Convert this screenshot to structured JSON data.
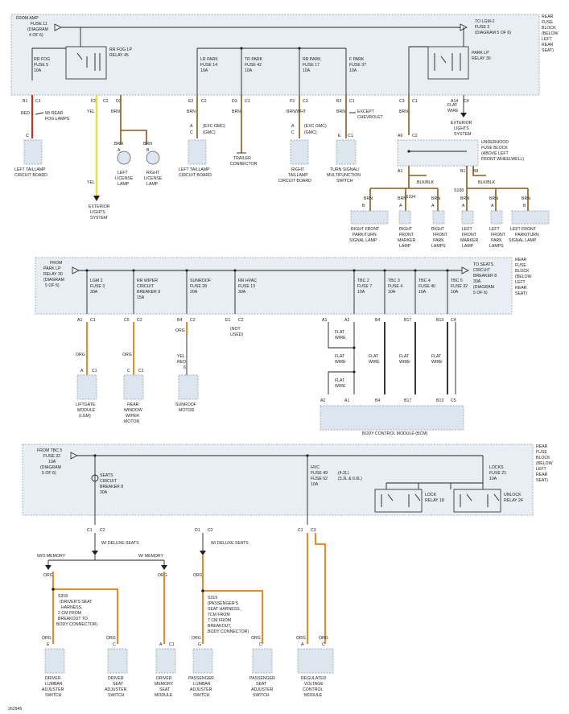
{
  "diagram_id": "262945",
  "colors": {
    "brown": "#8b5a1b",
    "orange": "#f08a22",
    "yellow": "#e8e238",
    "red": "#e0201a",
    "black": "#222222",
    "block_fill": "#e8eef3"
  },
  "top": {
    "from_amp": [
      "FROM AMP",
      "FUSE 11",
      "(DIAGRAM",
      "4 OF 6)"
    ],
    "to_lgm2": [
      "TO LGM-2",
      "FUSE 3",
      "(DIAGRAM 5 OF 6)"
    ],
    "block_label": [
      "REAR",
      "FUSE",
      "BLOCK",
      "(BELOW",
      "LEFT",
      "REAR",
      "SEAT)"
    ],
    "rr_fog_fuse": [
      "RR FOG",
      "FUSE 5",
      "10A"
    ],
    "fog_relay": [
      "RR FOG LP",
      "RELAY 45"
    ],
    "lr_park": [
      "LR PARK",
      "FUSE 14",
      "10A"
    ],
    "tr_park": [
      "TR PARK",
      "FUSE 42",
      "10A"
    ],
    "rr_park": [
      "RR PARK",
      "FUSE 17",
      "10A"
    ],
    "f_park": [
      "F PARK",
      "FUSE 37",
      "10A"
    ],
    "park_relay": [
      "PARK LP",
      "RELAY 30"
    ],
    "pins": [
      "B1",
      "C1",
      "F2",
      "C2",
      "D2",
      "E2",
      "C2",
      "D3",
      "C1",
      "F3",
      "C3",
      "B3",
      "C1",
      "C3",
      "C1",
      "A14",
      "C4"
    ],
    "wire_red": "RED",
    "wire_yel": "YEL",
    "wire_brn": "BRN",
    "wire_wht": "BRN/WHT",
    "w_rear_fog": [
      "W/ REAR",
      "FOG LAMPS"
    ],
    "except_chev": [
      "EXCEPT",
      "CHEVROLET"
    ],
    "exc_gmc": "(EXC GMC)",
    "gmc": "(GMC)",
    "flat_wire": [
      "FLAT",
      "WIRE"
    ],
    "ext_lights_top": [
      "EXTERIOR",
      "LIGHTS",
      "SYSTEM"
    ],
    "underhood": [
      "UNDERHOOD",
      "FUSE BLOCK",
      "(ABOVE LEFT",
      "FRONT WHEELWELL)"
    ],
    "pin_a6": "A6",
    "pin_c2": "C2",
    "pin_a1": "A1",
    "pin_b1": "B1",
    "pin_b8": "B8",
    "pin_c": "C",
    "pin_a": "A",
    "pin_b": "B",
    "pin_e": "E",
    "s104": "S104",
    "s108": "S108",
    "wire_blk": "BLK/BLK",
    "comps": {
      "left_taillamp1": [
        "LEFT TAILLAMP",
        "CIRCUIT BOARD"
      ],
      "left_license": [
        "LEFT",
        "LICENSE",
        "LAMP"
      ],
      "right_license": [
        "RIGHT",
        "LICENSE",
        "LAMP"
      ],
      "left_taillamp2": [
        "LEFT TAILLAMP",
        "CIRCUIT BOARD"
      ],
      "trailer": [
        "TRAILER",
        "CONNECTOR"
      ],
      "right_taillamp": [
        "RIGHT",
        "TAILLAMP",
        "CIRCUIT BOARD"
      ],
      "turn_switch": [
        "TURN SIGNAL/",
        "MULTIFUNCTION",
        "SWITCH"
      ],
      "ext_lights_mid": [
        "EXTERIOR",
        "LIGHTS",
        "SYSTEM"
      ],
      "bcm_label": "BODY CONTROL MODULE (BCM)",
      "right_front_turn": [
        "RIGHT FRONT",
        "PARK/TURN",
        "SIGNAL LAMP"
      ],
      "right_front_marker": [
        "RIGHT",
        "FRONT",
        "MARKER",
        "LAMP"
      ],
      "right_front_park": [
        "RIGHT",
        "FRONT",
        "PARK",
        "LAMPS"
      ],
      "left_front_marker": [
        "LEFT",
        "FRONT",
        "MARKER",
        "LAMP"
      ],
      "left_front_park": [
        "LEFT",
        "FRONT",
        "PARK",
        "LAMPS"
      ],
      "left_front_turn": [
        "LEFT FRONT",
        "PARK/TURN",
        "SIGNAL LAMP"
      ]
    }
  },
  "middle": {
    "from_park": [
      "FROM",
      "PARK LP",
      "RELAY 30",
      "(DIAGRAM",
      "5 OF 6)"
    ],
    "to_seats": [
      "TO SEATS",
      "CIRCUIT",
      "BREAKER 8",
      "30A",
      "(DIAGRAM",
      "5 OF 6)"
    ],
    "block_label": [
      "REAR",
      "FUSE",
      "BLOCK",
      "(BELOW",
      "LEFT",
      "REAR",
      "SEAT)"
    ],
    "fuses": [
      [
        "LGM 2",
        "FUSE 3",
        "30A"
      ],
      [
        "RR WIPER",
        "CIRCUIT",
        "BREAKER 9",
        "15A"
      ],
      [
        "SUNROOF",
        "FUSE 28",
        "20A"
      ],
      [
        "RR HVAC",
        "FUSE 13",
        "30A"
      ],
      [
        "TBC 2",
        "FUSE 7",
        "10A"
      ],
      [
        "TBC 3",
        "FUSE 4",
        "10A"
      ],
      [
        "TBC 4",
        "FUSE 40",
        "10A"
      ],
      [
        "TBC 5",
        "FUSE 32",
        "10A"
      ]
    ],
    "pins_top": [
      "A1",
      "C1",
      "C5",
      "C2",
      "B4",
      "C2",
      "E1",
      "C2",
      "A1",
      "A2",
      "B4",
      "B17",
      "B13",
      "C4"
    ],
    "not_used": [
      "(NOT",
      "USED)"
    ],
    "wire_org": "ORG",
    "wire_yel_red": [
      "YEL",
      "RED",
      "6"
    ],
    "flat_wire": [
      "FLAT",
      "WIRE"
    ],
    "pins_bottom": [
      "A2",
      "A1",
      "B4",
      "B17",
      "B13",
      "C5"
    ],
    "pin_a": "A",
    "pin_c": "C",
    "pin_c1": "C1",
    "comps": {
      "liftgate": [
        "LIFTGATE",
        "MODULE",
        "(LGM)"
      ],
      "wiper": [
        "REAR",
        "WINDOW",
        "WIPER",
        "MOTOR"
      ],
      "sunroof": [
        "SUNROOF",
        "MOTOR"
      ],
      "bcm": "BODY CONTROL MODULE (BCM)"
    }
  },
  "bottom": {
    "from_tbc5": [
      "FROM TBC 5",
      "FUSE 32",
      "10A",
      "(DIAGRAM",
      "5 OF 6)"
    ],
    "block_label": [
      "REAR",
      "FUSE",
      "BLOCK",
      "(BELOW",
      "LEFT",
      "REAR",
      "SEAT)"
    ],
    "seats_cb": [
      "SEATS",
      "CIRCUIT",
      "BREAKER 8",
      "30A"
    ],
    "hvc": [
      "HVC",
      "FUSE 49",
      "FUSE 62",
      "10A"
    ],
    "engines": [
      "(4.2L)",
      "(5.3L & 6.0L)"
    ],
    "locks": [
      "LOCKS",
      "FUSE 21",
      "10A"
    ],
    "lock_relay": [
      "LOCK",
      "RELAY 18"
    ],
    "unlock_relay": [
      "UNLOCK",
      "RELAY 24"
    ],
    "pins": [
      "C1",
      "C2",
      "D1",
      "C2",
      "C1",
      "C3"
    ],
    "w_deluxe_seats": "W/ DELUXE SEATS",
    "wo_memory": "W/O MEMORY",
    "w_memory": "W/ MEMORY",
    "wire_org": "ORG",
    "s318": [
      "S318",
      "(DRIVER'S SEAT",
      "HARNESS,",
      "2 CM FROM",
      "BREAKOUT TO",
      "BODY CONNECTOR)"
    ],
    "s319": [
      "S319",
      "(PASSENGER'S",
      "SEAT HARNESS,",
      "7CM FROM",
      "7 CM FROM",
      "BREAKOUT,",
      "BODY CONNECTOR)"
    ],
    "pin_a": "A",
    "pin_c": "C",
    "pin_e": "E",
    "pin_g": "G",
    "pin_c1": "C1",
    "comps": {
      "drv_lumbar": [
        "DRIVER",
        "LUMBAR",
        "ADJUSTER",
        "SWITCH"
      ],
      "drv_seat": [
        "DRIVER",
        "SEAT",
        "ADJUSTER",
        "SWITCH"
      ],
      "drv_memory": [
        "DRIVER",
        "MEMORY",
        "SEAT",
        "MODULE"
      ],
      "pass_lumbar": [
        "PASSENGER",
        "LUMBAR",
        "ADJUSTER",
        "SWITCH"
      ],
      "pass_seat": [
        "PASSENGER",
        "SEAT",
        "ADJUSTER",
        "SWITCH"
      ],
      "rvc": [
        "REGULATED",
        "VOLTAGE",
        "CONTROL",
        "MODULE"
      ]
    }
  }
}
